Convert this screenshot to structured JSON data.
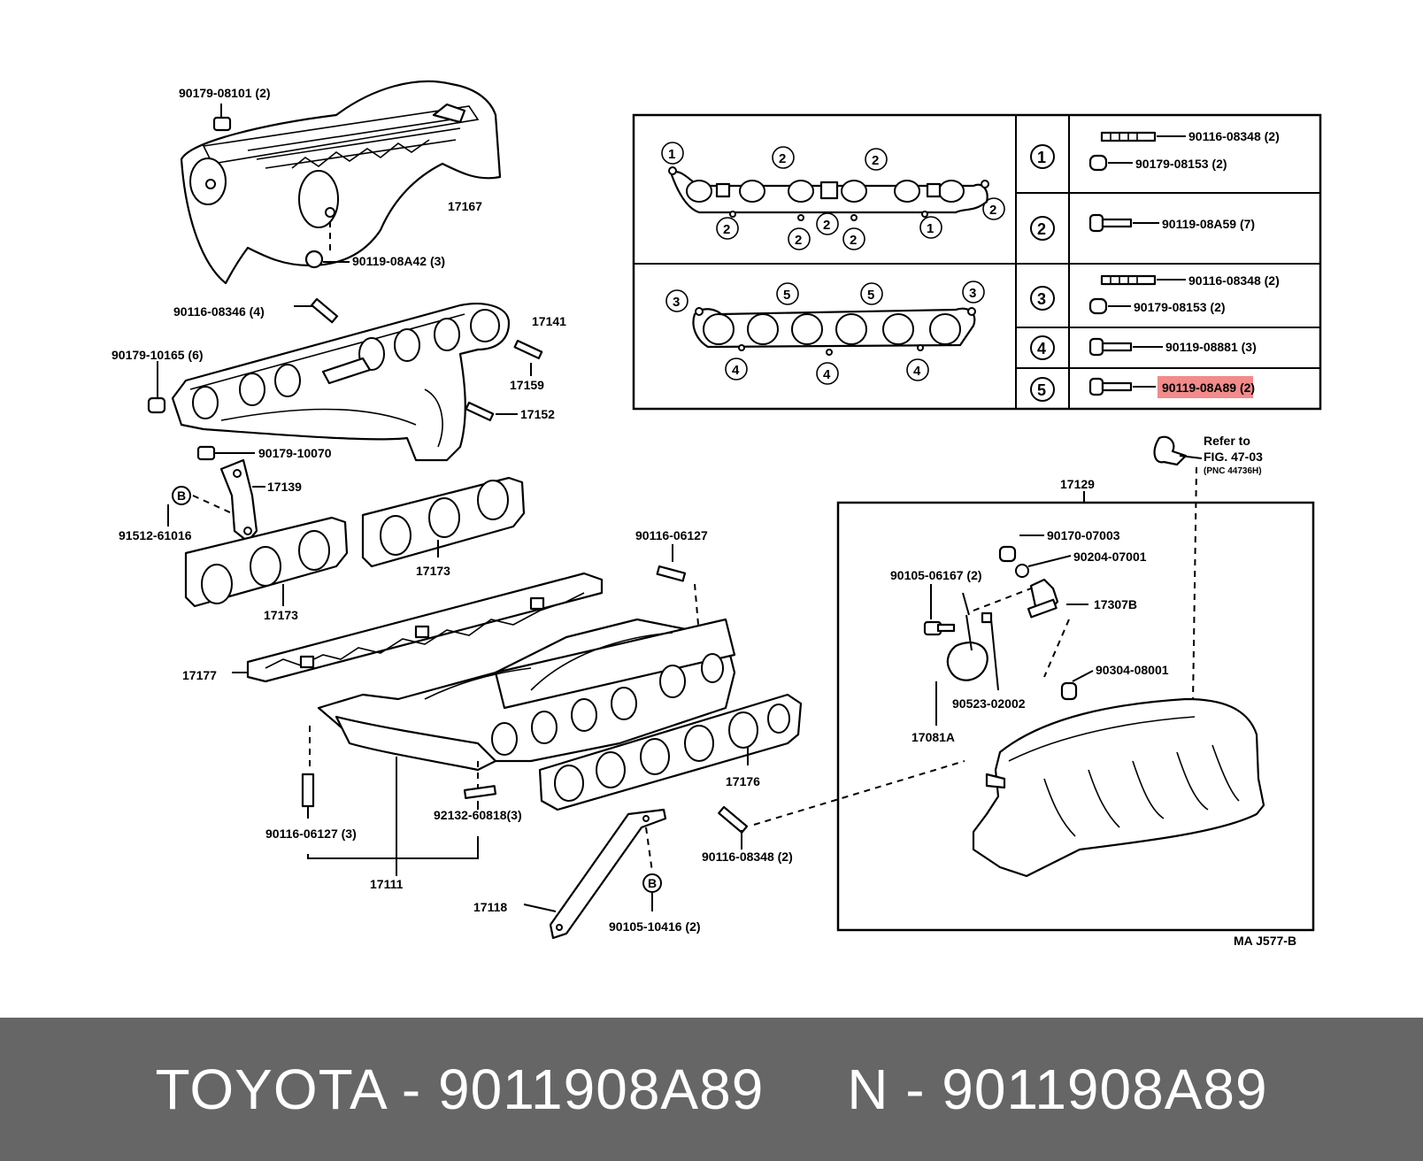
{
  "highlight_color": "#f28b8b",
  "footer": {
    "background": "#666666",
    "text": "TOYOTA - 9011908A89     N - 9011908A89"
  },
  "labels": {
    "p90179_08101": "90179-08101 (2)",
    "p17167": "17167",
    "p90119_08A42": "90119-08A42 (3)",
    "p90116_08346": "90116-08346 (4)",
    "p17141": "17141",
    "p90179_10165": "90179-10165 (6)",
    "p17159": "17159",
    "p17152": "17152",
    "p90179_10070": "90179-10070",
    "p17139": "17139",
    "p91512_61016": "91512-61016",
    "p17173a": "17173",
    "p17173b": "17173",
    "p90116_06127a": "90116-06127",
    "p17177": "17177",
    "p17176": "17176",
    "p90116_06127b": "90116-06127 (3)",
    "p92132_60818": "92132-60818(3)",
    "p17111": "17111",
    "p17118": "17118",
    "p90105_10416": "90105-10416 (2)",
    "p90116_08348c": "90116-08348 (2)",
    "p17129": "17129",
    "refer": "Refer  to",
    "fig": "FIG. 47-03",
    "pnc": "(PNC 44736H)",
    "p90170_07003": "90170-07003",
    "p90204_07001": "90204-07001",
    "p90105_06167": "90105-06167 (2)",
    "p17307B": "17307B",
    "p90304_08001": "90304-08001",
    "p90523_02002": "90523-02002",
    "p17081A": "17081A",
    "code": "MA  J577-B"
  },
  "legend": {
    "rows": [
      {
        "key": "1",
        "parts": [
          "90116-08348 (2)",
          "90179-08153 (2)"
        ]
      },
      {
        "key": "2",
        "parts": [
          "90119-08A59 (7)"
        ]
      },
      {
        "key": "3",
        "parts": [
          "90116-08348 (2)",
          "90179-08153 (2)"
        ]
      },
      {
        "key": "4",
        "parts": [
          "90119-08881 (3)"
        ]
      },
      {
        "key": "5",
        "parts": [
          "90119-08A89 (2)"
        ]
      }
    ],
    "upper_markers": [
      "1",
      "2",
      "2",
      "2",
      "2",
      "2",
      "2",
      "1",
      "2"
    ],
    "lower_markers": [
      "3",
      "5",
      "5",
      "3",
      "4",
      "4",
      "4"
    ],
    "bolt_marker": "B"
  }
}
